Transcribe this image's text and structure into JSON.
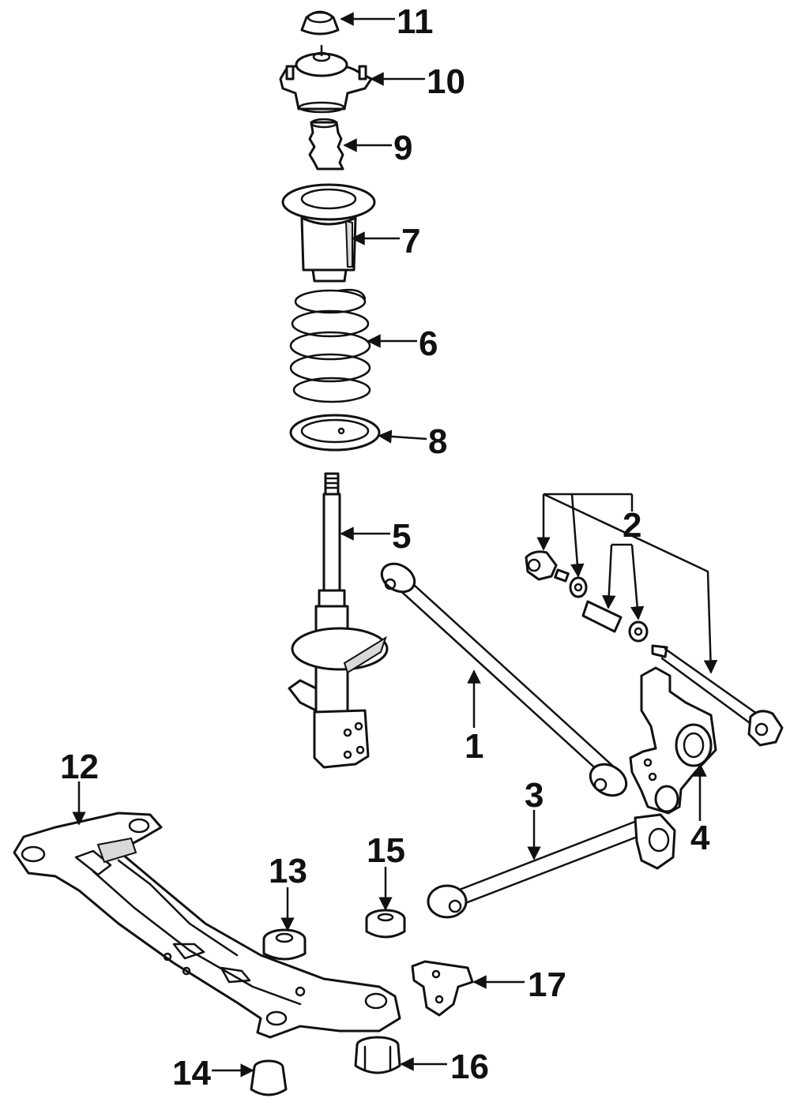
{
  "colors": {
    "line": "#111111",
    "background": "#ffffff",
    "shade": "#d9d9d9"
  },
  "callouts": [
    {
      "part": "lateral-link",
      "label": "1"
    },
    {
      "part": "adjust-link-set",
      "label": "2"
    },
    {
      "part": "trailing-arm",
      "label": "3"
    },
    {
      "part": "knuckle",
      "label": "4"
    },
    {
      "part": "strut",
      "label": "5"
    },
    {
      "part": "coil-spring",
      "label": "6"
    },
    {
      "part": "dust-boot",
      "label": "7"
    },
    {
      "part": "spring-insulator",
      "label": "8"
    },
    {
      "part": "bump-stop",
      "label": "9"
    },
    {
      "part": "strut-mount",
      "label": "10"
    },
    {
      "part": "mount-nut-cap",
      "label": "11"
    },
    {
      "part": "crossmember",
      "label": "12"
    },
    {
      "part": "bushing-13",
      "label": "13"
    },
    {
      "part": "bushing-14",
      "label": "14"
    },
    {
      "part": "bushing-15",
      "label": "15"
    },
    {
      "part": "bushing-16",
      "label": "16"
    },
    {
      "part": "bracket",
      "label": "17"
    }
  ]
}
